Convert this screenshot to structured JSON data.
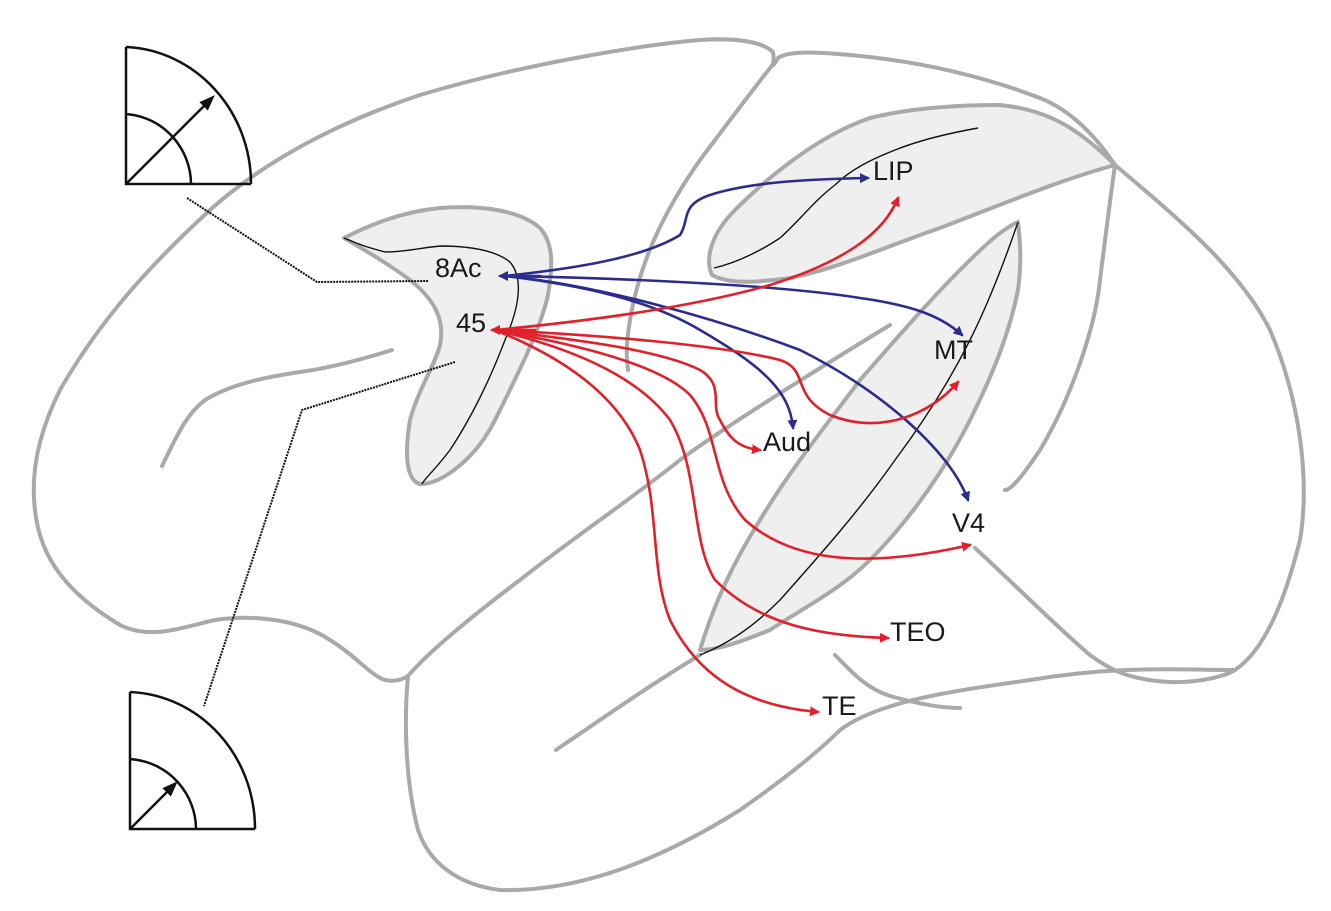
{
  "diagram": {
    "title": "Projections from areas 8Ac and 45 in macaque brain",
    "colors": {
      "area_8Ac_projection": "#2b2c8c",
      "area_45_projection": "#e0202a",
      "outline": "#a9a9a9",
      "sulcus_fill": "#efefef",
      "text": "#1a1a1a"
    },
    "source_areas": [
      {
        "id": "8Ac",
        "label": "8Ac"
      },
      {
        "id": "45",
        "label": "45"
      }
    ],
    "target_areas": [
      {
        "id": "LIP",
        "label": "LIP"
      },
      {
        "id": "MT",
        "label": "MT"
      },
      {
        "id": "Aud",
        "label": "Aud"
      },
      {
        "id": "V4",
        "label": "V4"
      },
      {
        "id": "TEO",
        "label": "TEO"
      },
      {
        "id": "TE",
        "label": "TE"
      }
    ],
    "projections": [
      {
        "from": "LIP",
        "to": "8Ac",
        "color_key": "area_8Ac_projection"
      },
      {
        "from": "8Ac",
        "to": "LIP",
        "color_key": "area_8Ac_projection"
      },
      {
        "from": "8Ac",
        "to": "MT",
        "color_key": "area_8Ac_projection"
      },
      {
        "from": "8Ac",
        "to": "Aud",
        "color_key": "area_8Ac_projection"
      },
      {
        "from": "8Ac",
        "to": "V4",
        "color_key": "area_8Ac_projection"
      },
      {
        "from": "45",
        "to": "LIP",
        "color_key": "area_45_projection"
      },
      {
        "from": "45",
        "to": "MT",
        "color_key": "area_45_projection"
      },
      {
        "from": "45",
        "to": "Aud",
        "color_key": "area_45_projection"
      },
      {
        "from": "45",
        "to": "V4",
        "color_key": "area_45_projection"
      },
      {
        "from": "45",
        "to": "TEO",
        "color_key": "area_45_projection"
      },
      {
        "from": "45",
        "to": "TE",
        "color_key": "area_45_projection"
      }
    ],
    "insets": [
      {
        "id": "eccentricity-large",
        "linked_area": "8Ac",
        "description": "visual field quadrant, arrow to large eccentricity"
      },
      {
        "id": "eccentricity-small",
        "linked_area": "45",
        "description": "visual field quadrant, arrow to small eccentricity"
      }
    ]
  }
}
